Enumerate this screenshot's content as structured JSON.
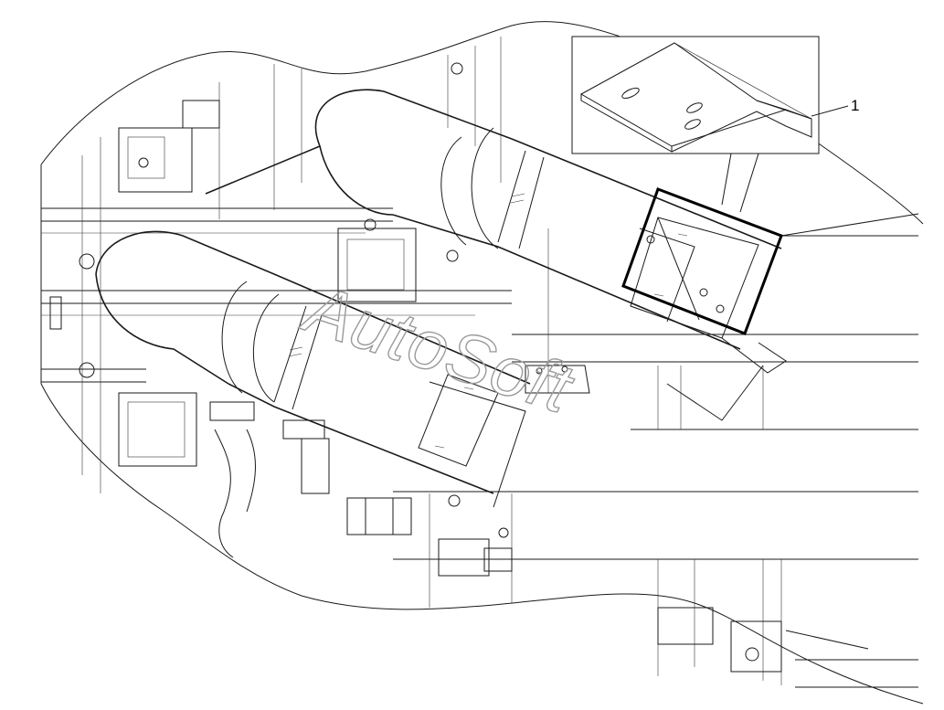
{
  "callouts": [
    {
      "id": "part-1",
      "label": "1"
    }
  ],
  "watermark": {
    "text": "AutoSoft",
    "color": "#9a9a9a"
  },
  "colors": {
    "line": "#1a1a1a",
    "background": "#ffffff",
    "highlight_box": "#000000"
  }
}
